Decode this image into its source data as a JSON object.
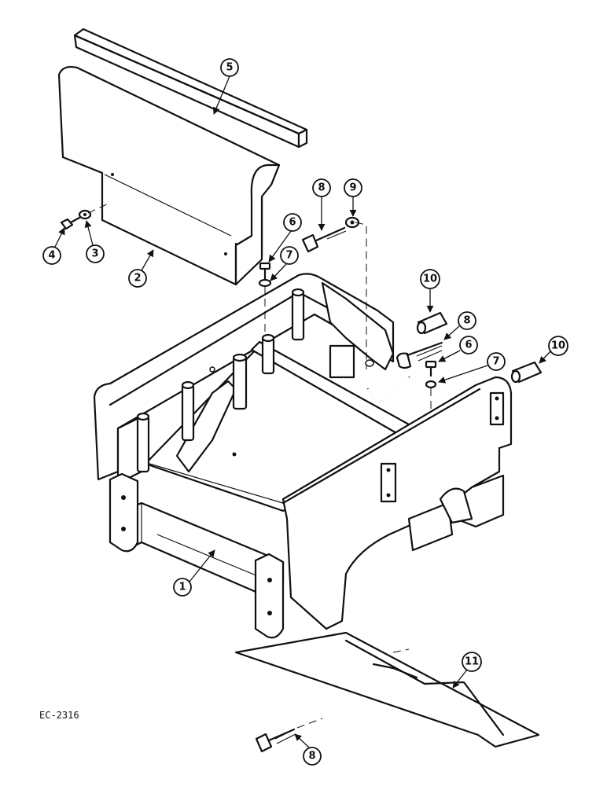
{
  "drawing_code": "EC-2316",
  "callouts": [
    "1",
    "2",
    "3",
    "4",
    "5",
    "6",
    "7",
    "8",
    "9",
    "10",
    "11"
  ]
}
